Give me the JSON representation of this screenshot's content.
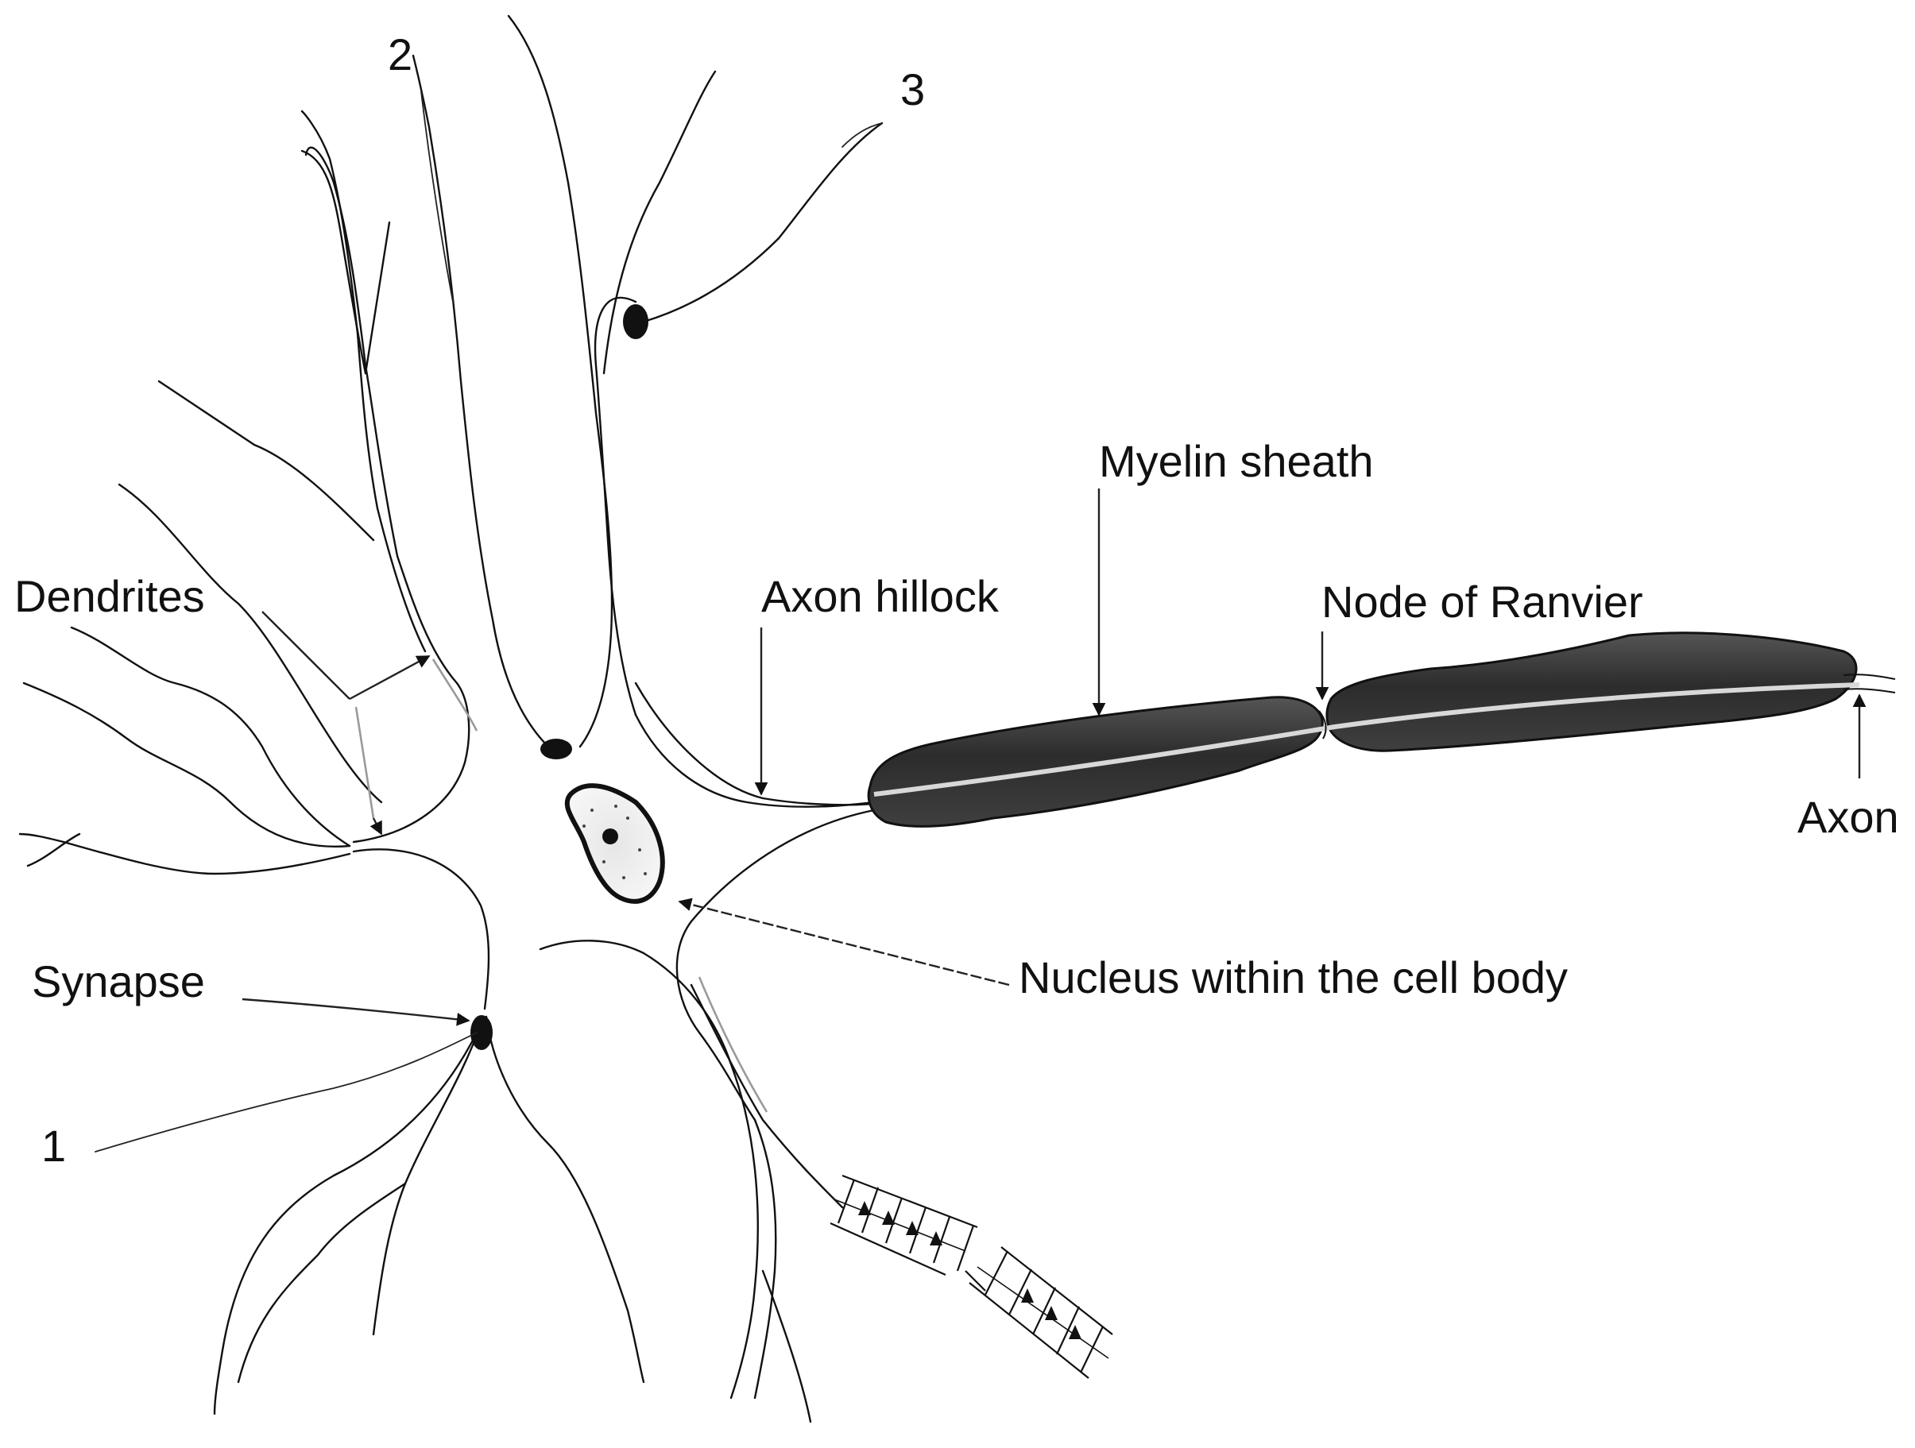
{
  "labels": {
    "dendrites": "Dendrites",
    "synapse": "Synapse",
    "axon_hillock": "Axon hillock",
    "myelin_sheath": "Myelin sheath",
    "node_of_ranvier": "Node of Ranvier",
    "axon": "Axon",
    "nucleus": "Nucleus within the cell body"
  },
  "numbers": {
    "one": "1",
    "two": "2",
    "three": "3"
  },
  "colors": {
    "ink": "#111111",
    "myelin": "#3a3a3a",
    "background": "#ffffff"
  }
}
